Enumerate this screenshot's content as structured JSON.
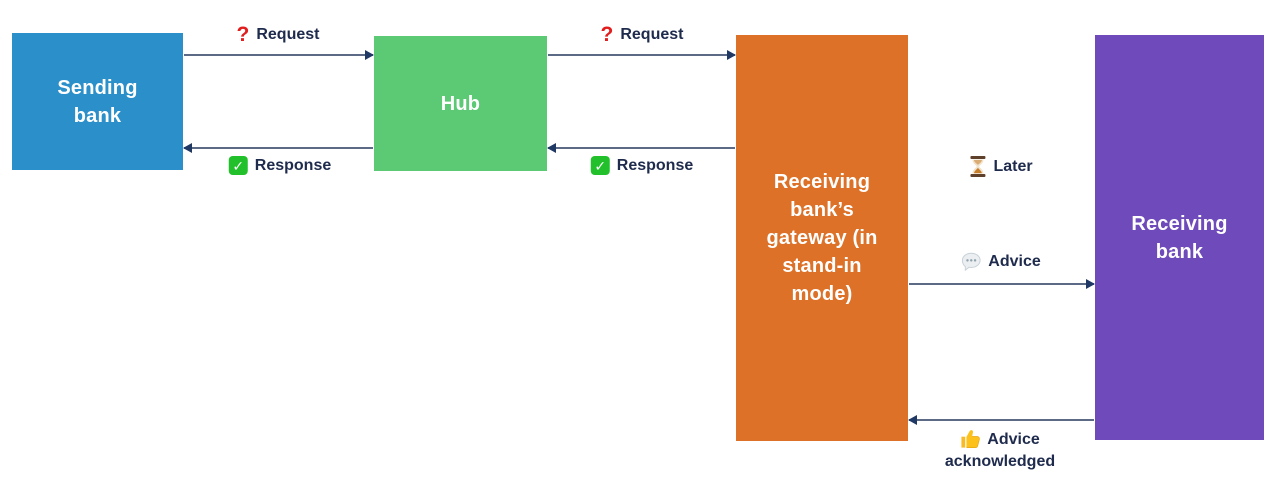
{
  "diagram": {
    "boxes": {
      "sending_bank": {
        "label": "Sending bank",
        "color": "#2b8fca"
      },
      "hub": {
        "label": "Hub",
        "color": "#5cc974"
      },
      "gateway": {
        "label": "Receiving bank’s gateway (in stand-in mode)",
        "color": "#dc7127"
      },
      "receiving_bank": {
        "label": "Receiving bank",
        "color": "#6f4aba"
      }
    },
    "flow_labels": {
      "request_1": {
        "icon": "red-question-icon",
        "text": "Request"
      },
      "response_1": {
        "icon": "green-check-icon",
        "text": "Response"
      },
      "request_2": {
        "icon": "red-question-icon",
        "text": "Request"
      },
      "response_2": {
        "icon": "green-check-icon",
        "text": "Response"
      },
      "later": {
        "icon": "hourglass-icon",
        "text": "Later"
      },
      "advice": {
        "icon": "speech-balloon-icon",
        "text": "Advice"
      },
      "advice_acknowledged": {
        "icon": "thumbs-up-icon",
        "text": "Advice acknowledged"
      }
    },
    "icon_glyphs": {
      "red_question": "?",
      "green_check": "✓"
    },
    "colors": {
      "arrow_line": "#5c6a85",
      "arrow_head": "#1f3864",
      "label_text": "#1f2b4d"
    }
  }
}
